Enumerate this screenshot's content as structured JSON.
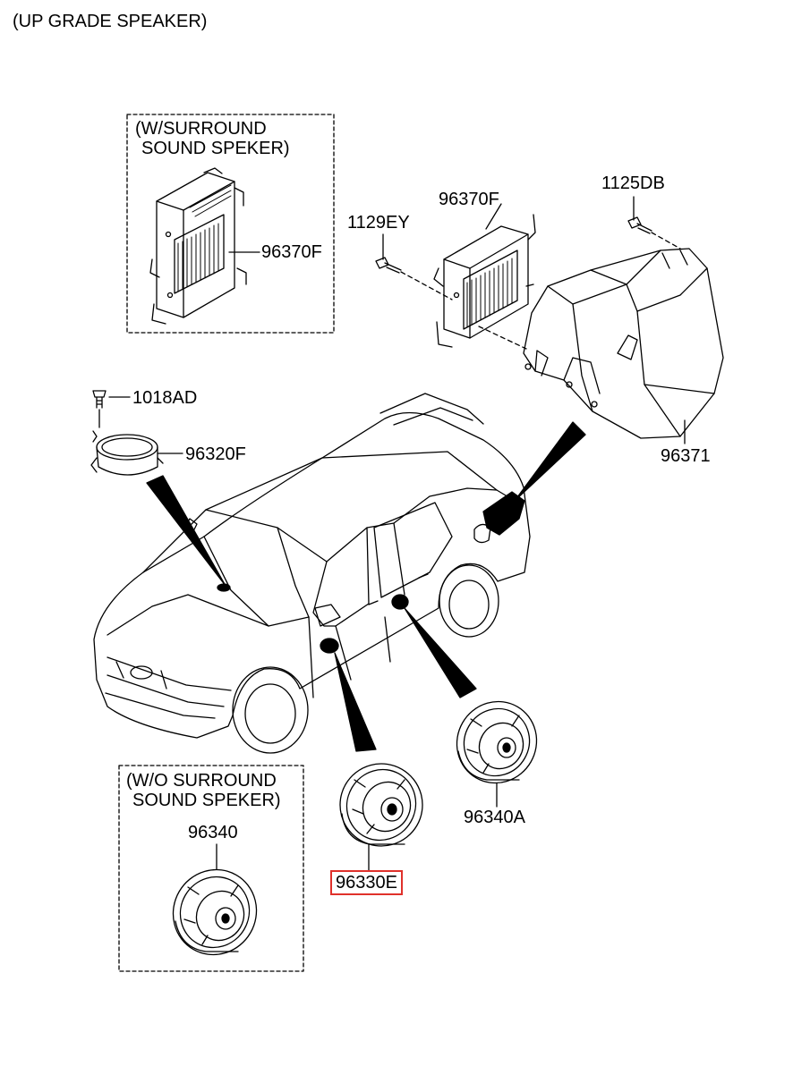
{
  "header": {
    "title": "(UP GRADE SPEAKER)"
  },
  "options": {
    "with_surround": {
      "line1": "(W/SURROUND",
      "line2": "SOUND SPEKER)",
      "part": "96370F"
    },
    "without_surround": {
      "line1": "(W/O SURROUND",
      "line2": "SOUND SPEKER)",
      "part": "96340"
    }
  },
  "parts": {
    "bolt_amp": "1129EY",
    "amp": "96370F",
    "bolt_box": "1125DB",
    "sub_box": "96371",
    "screw_tweeter": "1018AD",
    "tweeter": "96320F",
    "front_door_speaker": "96330E",
    "rear_door_speaker": "96340A"
  },
  "highlight": {
    "color": "#e0312b",
    "part": "96330E"
  }
}
